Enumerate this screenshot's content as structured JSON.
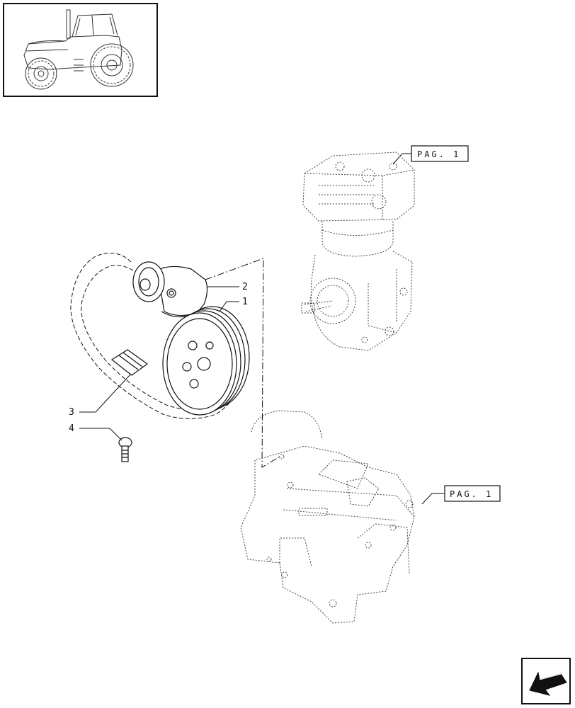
{
  "thumbnail": {
    "icon": "tractor-icon"
  },
  "callouts": [
    {
      "number": "1"
    },
    {
      "number": "2"
    },
    {
      "number": "3"
    },
    {
      "number": "4"
    }
  ],
  "page_refs": [
    {
      "text": "PAG. 1"
    },
    {
      "text": "PAG. 1"
    }
  ],
  "nav": {
    "icon": "arrow-back-icon"
  }
}
